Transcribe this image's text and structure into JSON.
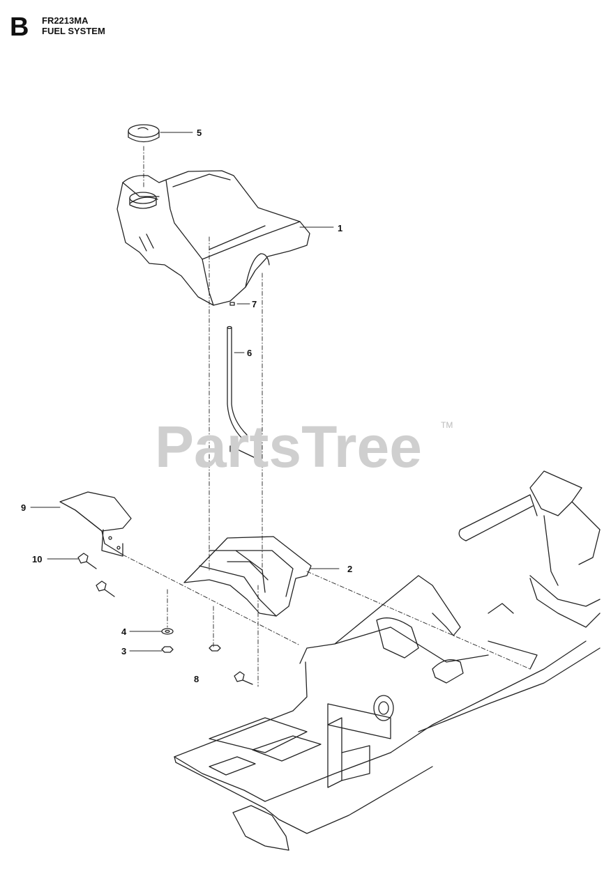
{
  "header": {
    "section_letter": "B",
    "model": "FR2213MA",
    "title": "FUEL SYSTEM"
  },
  "watermark": {
    "text": "PartsTree",
    "trademark": "TM"
  },
  "callouts": {
    "c1": "1",
    "c2": "2",
    "c3": "3",
    "c4": "4",
    "c5": "5",
    "c6": "6",
    "c7": "7",
    "c8": "8",
    "c9": "9",
    "c10": "10"
  }
}
